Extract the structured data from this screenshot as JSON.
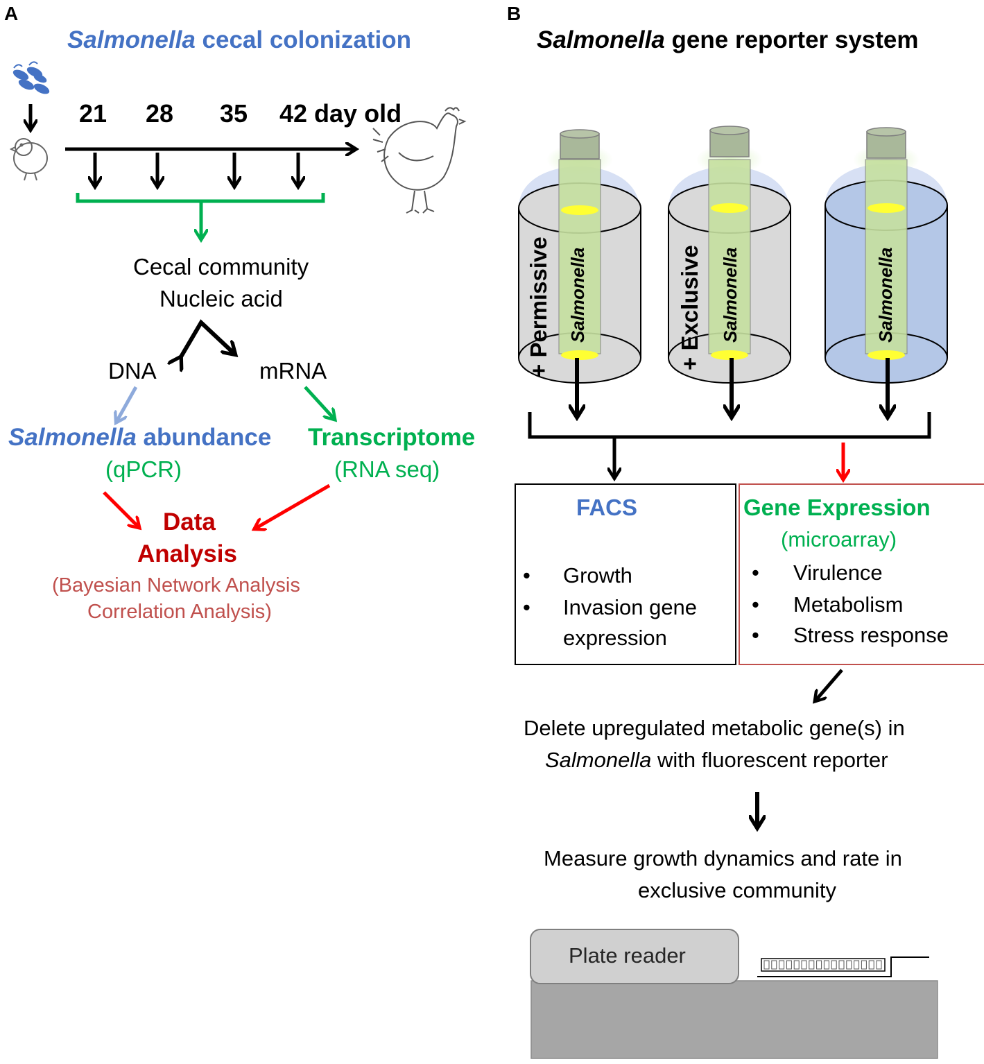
{
  "panel_a": {
    "letter": "A",
    "title_italic": "Salmonella",
    "title_rest": "cecal colonization",
    "days": [
      "21",
      "28",
      "35",
      "42 day old"
    ],
    "community": "Cecal community",
    "nucleic": "Nucleic acid",
    "dna": "DNA",
    "mrna": "mRNA",
    "abundance_italic": "Salmonella",
    "abundance_rest": "abundance",
    "qpcr": "(qPCR)",
    "transcriptome": "Transcriptome",
    "rnaseq": "(RNA seq)",
    "data": "Data",
    "analysis": "Analysis",
    "bayesian": "(Bayesian Network Analysis",
    "correlation": "Correlation Analysis)"
  },
  "panel_b": {
    "letter": "B",
    "title_italic": "Salmonella",
    "title_rest": "gene reporter system",
    "permissive": "+ Permissive",
    "exclusive": "+ Exclusive",
    "salmonella": "Salmonella",
    "facs": {
      "title": "FACS",
      "items": [
        "Growth",
        "Invasion gene",
        "expression"
      ]
    },
    "gene_expr": {
      "title": "Gene Expression",
      "sub": "(microarray)",
      "items": [
        "Virulence",
        "Metabolism",
        "Stress response"
      ]
    },
    "bullet": "•",
    "delete_line1": "Delete upregulated metabolic gene(s) in",
    "delete_line2_italic": "Salmonella",
    "delete_line2_rest": "with fluorescent reporter",
    "measure_line1": "Measure growth dynamics and rate in",
    "measure_line2": "exclusive community",
    "plate_reader": "Plate reader"
  },
  "colors": {
    "blue": "#4472c4",
    "green": "#00b050",
    "dark_red": "#c00000",
    "red_arrow": "#ff0000",
    "muted_red": "#c0504d",
    "light_blue": "#8eaadb",
    "tube_green": "#c6e0a0",
    "culture_yellow": "#ffff33",
    "gray": "#a6a6a6"
  }
}
